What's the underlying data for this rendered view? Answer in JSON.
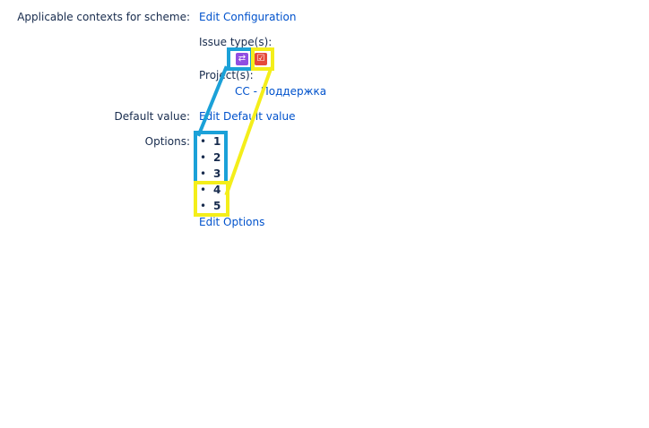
{
  "contexts": {
    "label": "Applicable contexts for scheme:",
    "edit_link": "Edit Configuration",
    "issue_types_label": "Issue type(s):",
    "issue_types": [
      {
        "name": "subtask-icon",
        "glyph": "⇄",
        "color": "#904ee2"
      },
      {
        "name": "task-icon",
        "glyph": "☑",
        "color": "#e5493a"
      }
    ],
    "projects_label": "Project(s):",
    "project": "CC - Поддержка"
  },
  "default_value": {
    "label": "Default value:",
    "edit_link": "Edit Default value"
  },
  "options": {
    "label": "Options:",
    "items": [
      "1",
      "2",
      "3",
      "4",
      "5"
    ],
    "edit_link": "Edit Options"
  },
  "annotation_colors": {
    "blue": "#1ba1d8",
    "yellow": "#f4ee1a"
  }
}
